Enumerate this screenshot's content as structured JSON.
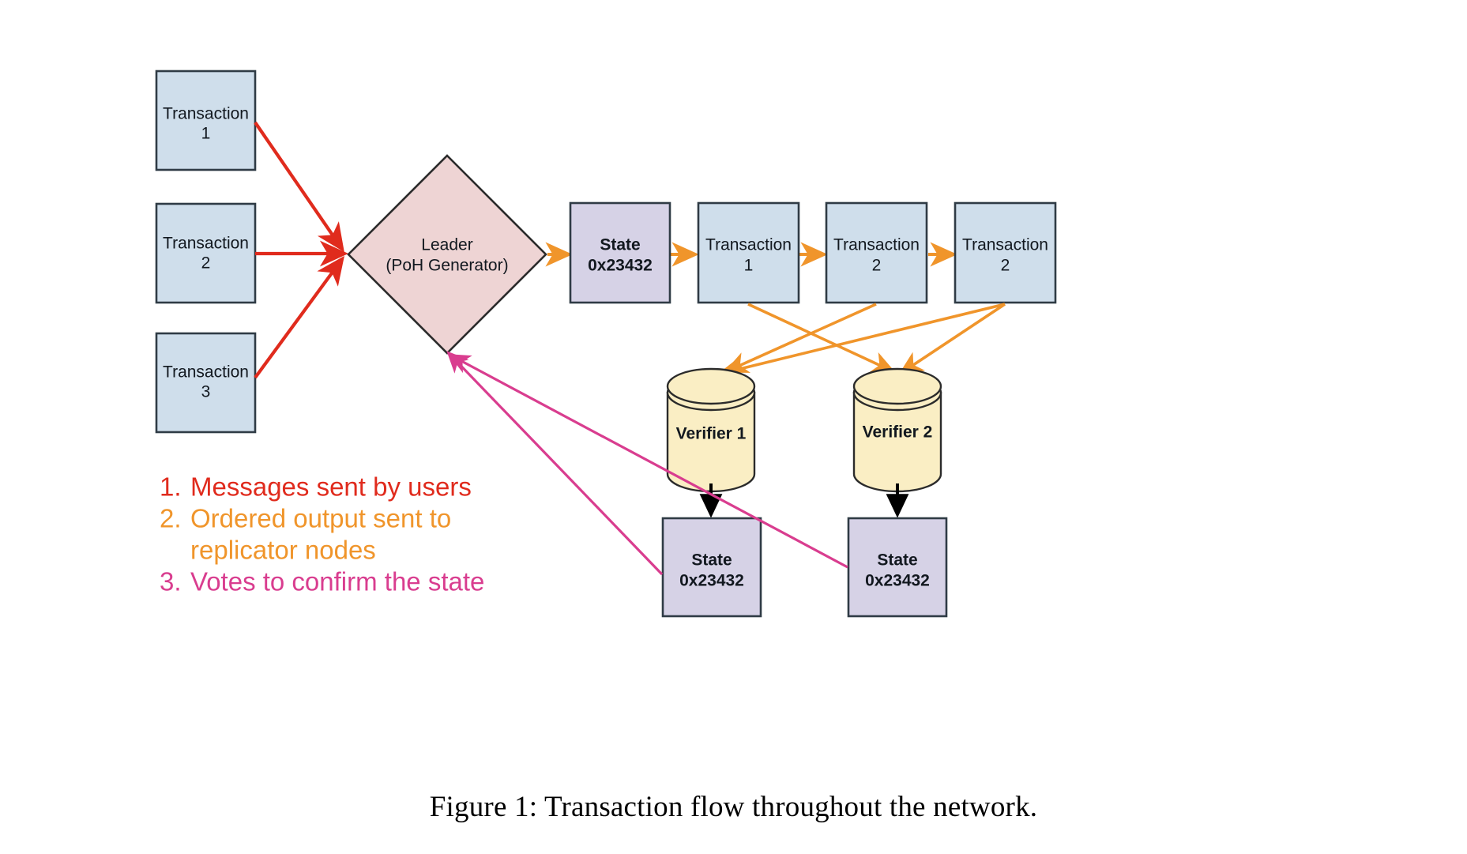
{
  "figure": {
    "caption": "Figure 1:  Transaction flow throughout the network."
  },
  "colors": {
    "tx_fill": "#cfdeeb",
    "tx_stroke": "#2f3b45",
    "leader_fill": "#eed4d4",
    "leader_stroke": "#2b2b2b",
    "state_fill": "#d6d2e6",
    "state_stroke": "#2f3b45",
    "verifier_fill": "#faeec4",
    "verifier_stroke": "#2b2b2b",
    "arrow_user": "#e02b1d",
    "arrow_ordered": "#f0952b",
    "arrow_vote": "#d93d8f",
    "arrow_black": "#000000",
    "text": "#12181f"
  },
  "nodes": {
    "inputs": [
      {
        "line1": "Transaction",
        "line2": "1"
      },
      {
        "line1": "Transaction",
        "line2": "2"
      },
      {
        "line1": "Transaction",
        "line2": "3"
      }
    ],
    "leader": {
      "line1": "Leader",
      "line2": "(PoH Generator)"
    },
    "ledger": [
      {
        "line1": "State",
        "line2": "0x23432",
        "bold": true
      },
      {
        "line1": "Transaction",
        "line2": "1",
        "bold": false
      },
      {
        "line1": "Transaction",
        "line2": "2",
        "bold": false
      },
      {
        "line1": "Transaction",
        "line2": "2",
        "bold": false
      }
    ],
    "verifiers": [
      {
        "label": "Verifier 1"
      },
      {
        "label": "Verifier 2"
      }
    ],
    "verifier_states": [
      {
        "line1": "State",
        "line2": "0x23432"
      },
      {
        "line1": "State",
        "line2": "0x23432"
      }
    ]
  },
  "legend": [
    {
      "number": "1.",
      "text": "Messages sent by users",
      "color": "#e02b1d"
    },
    {
      "number": "2.",
      "text": "Ordered output sent to",
      "text2": "replicator nodes",
      "color": "#f0952b"
    },
    {
      "number": "3.",
      "text": "Votes to confirm the state",
      "color": "#d93d8f"
    }
  ]
}
